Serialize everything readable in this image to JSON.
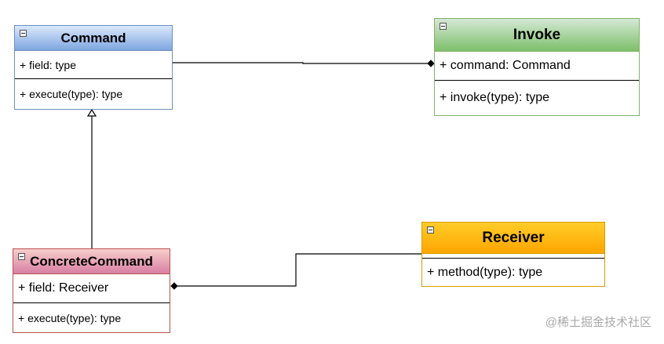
{
  "classes": {
    "command": {
      "name": "Command",
      "attribute": "+ field: type",
      "method": "+ execute(type): type"
    },
    "invoke": {
      "name": "Invoke",
      "attribute": "+ command: Command",
      "method": "+ invoke(type): type"
    },
    "concrete_command": {
      "name": "ConcreteCommand",
      "attribute": "+ field: Receiver",
      "method": "+ execute(type): type"
    },
    "receiver": {
      "name": "Receiver",
      "method": "+ method(type): type"
    }
  },
  "colors": {
    "command": "#7ea6e0",
    "invoke": "#7dc06b",
    "concrete_command": "#d87fa3",
    "receiver": "#ffa500"
  },
  "relations": [
    {
      "from": "Invoke",
      "to": "Command",
      "type": "composition"
    },
    {
      "from": "ConcreteCommand",
      "to": "Command",
      "type": "generalization"
    },
    {
      "from": "ConcreteCommand",
      "to": "Receiver",
      "type": "composition"
    }
  ],
  "watermark": "@稀土掘金技术社区"
}
